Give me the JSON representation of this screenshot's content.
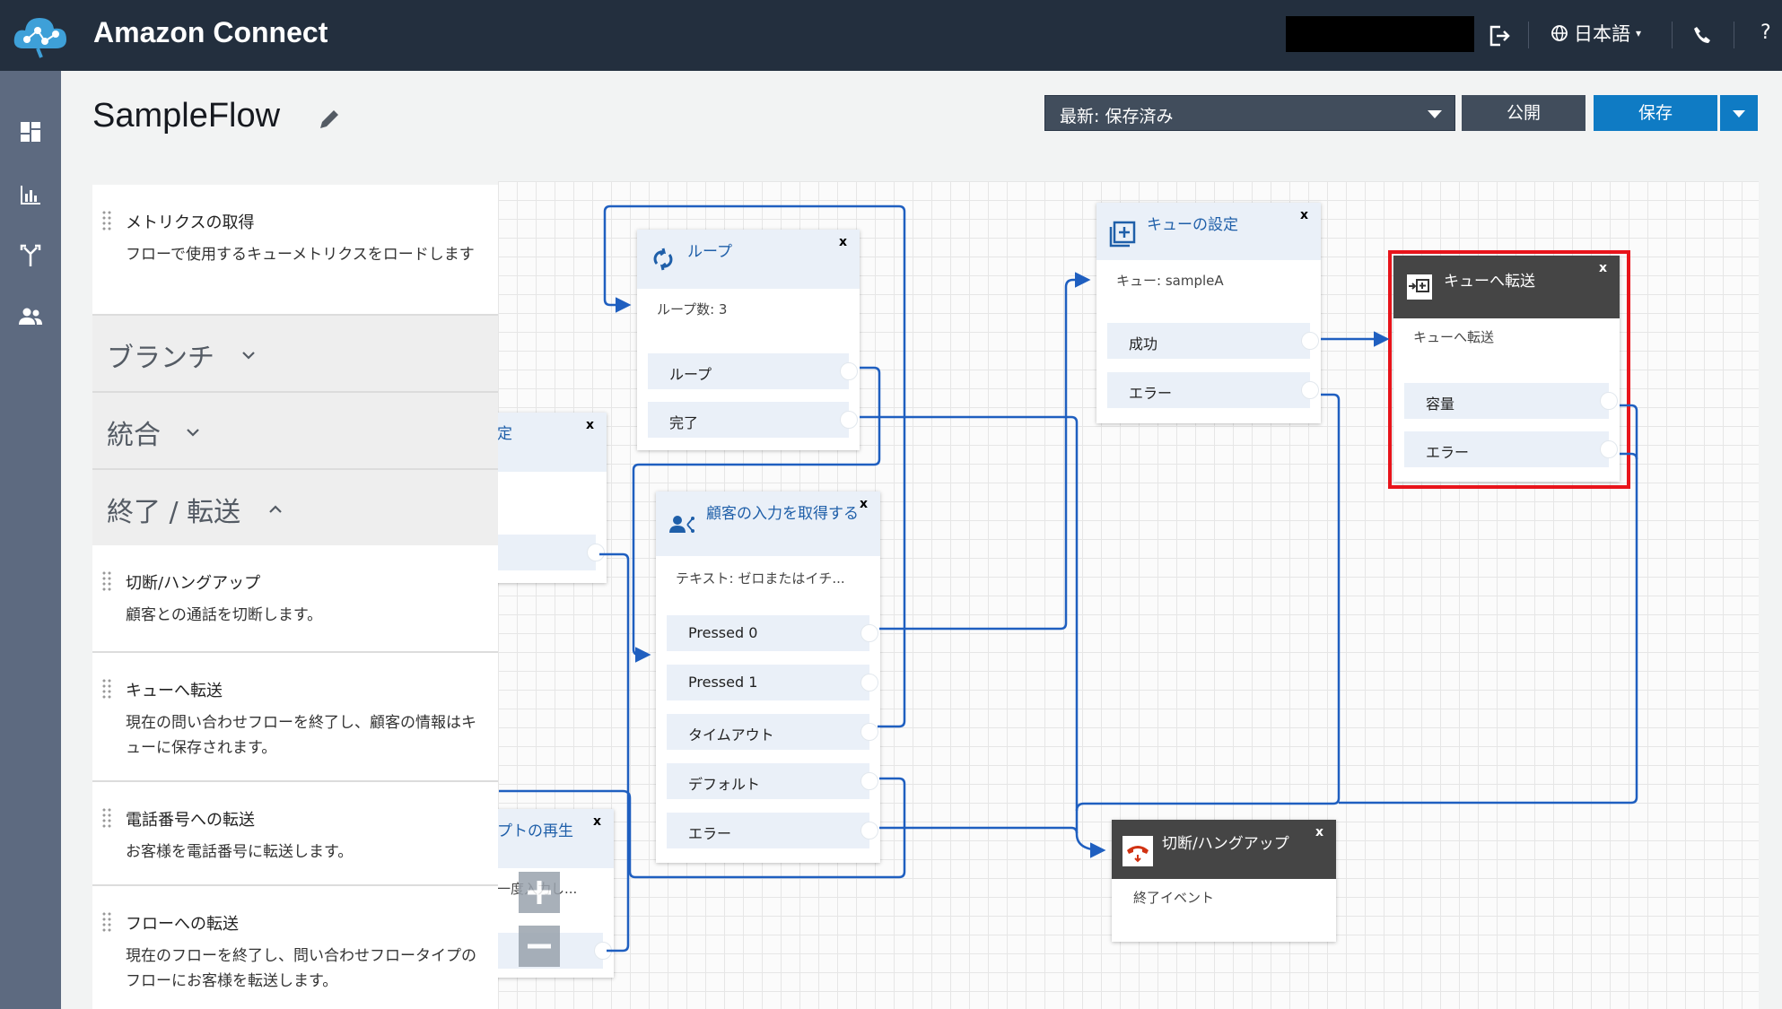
{
  "app": {
    "title": "Amazon Connect"
  },
  "topbar": {
    "language": "日本語",
    "help": "?"
  },
  "header": {
    "flow_name": "SampleFlow",
    "version": "最新: 保存済み",
    "publish": "公開",
    "save": "保存"
  },
  "sidebar": {
    "metrics": {
      "name": "メトリクスの取得",
      "desc": "フローで使用するキューメトリクスをロードします"
    },
    "categories": {
      "branch": "ブランチ",
      "integrate": "統合",
      "terminate": "終了 / 転送"
    },
    "items": [
      {
        "name": "切断/ハングアップ",
        "desc": "顧客との通話を切断します。"
      },
      {
        "name": "キューへ転送",
        "desc": "現在の問い合わせフローを終了し、顧客の情報はキューに保存されます。"
      },
      {
        "name": "電話番号への転送",
        "desc": "お客様を電話番号に転送します。"
      },
      {
        "name": "フローへの転送",
        "desc": "現在のフローを終了し、問い合わせフロータイプのフローにお客様を転送します。"
      }
    ]
  },
  "blocks": {
    "partial_top": {
      "title": "定"
    },
    "partial_bottom": {
      "title": "プトの再生",
      "sub": "一度入力し..."
    },
    "loop": {
      "title": "ループ",
      "sub": "ループ数: 3",
      "ports": [
        "ループ",
        "完了"
      ]
    },
    "input": {
      "title": "顧客の入力を取得する",
      "sub": "テキスト: ゼロまたはイチ...",
      "ports": [
        "Pressed 0",
        "Pressed 1",
        "タイムアウト",
        "デフォルト",
        "エラー"
      ]
    },
    "setqueue": {
      "title": "キューの設定",
      "sub": "キュー: sampleA",
      "ports": [
        "成功",
        "エラー"
      ]
    },
    "transfer": {
      "title": "キューへ転送",
      "sub": "キューへ転送",
      "ports": [
        "容量",
        "エラー"
      ]
    },
    "disconnect": {
      "title": "切断/ハングアップ",
      "sub": "終了イベント"
    },
    "close": "x"
  },
  "colors": {
    "topbar": "#232f3e",
    "nav": "#5d6a80",
    "wire": "#1f5fc0",
    "highlight": "#e8141b",
    "primary": "#0f7bc4"
  }
}
